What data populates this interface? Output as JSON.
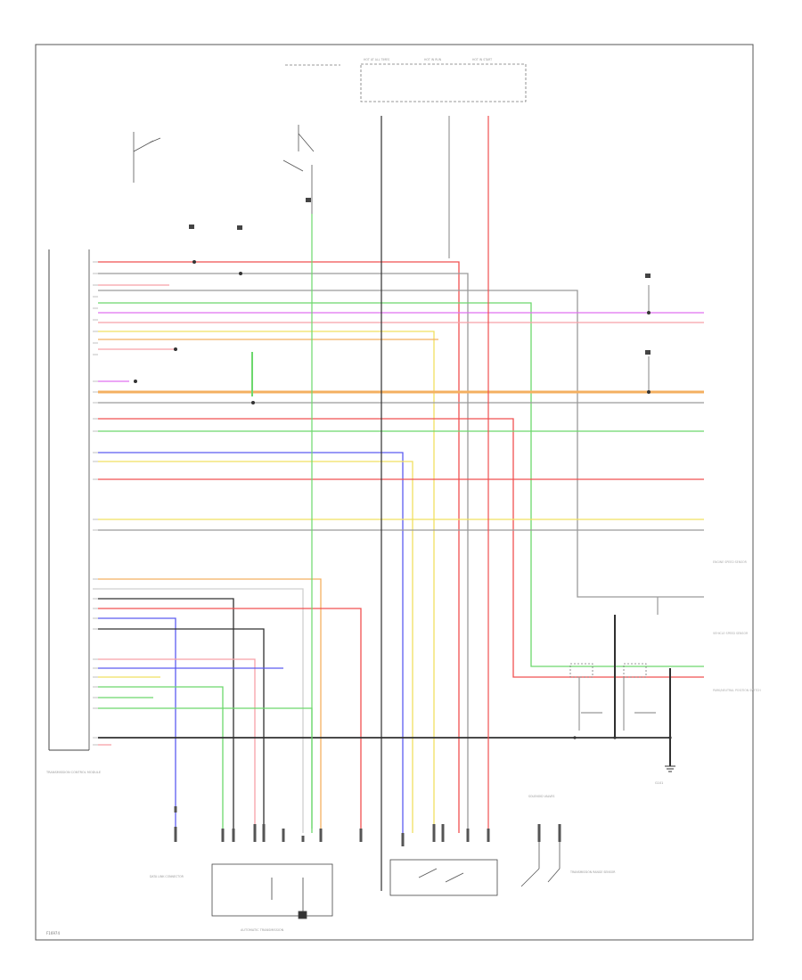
{
  "colors": {
    "frame": "#555555",
    "ground": "#333333",
    "wire_red": "#f05050",
    "wire_pink": "#f8a0a8",
    "wire_green": "#6cd86c",
    "wire_yellow": "#f0e060",
    "wire_orange": "#f4b060",
    "wire_violet": "#e070f0",
    "wire_blue": "#5c5cf0",
    "wire_gray": "#9a9a9a",
    "wire_black": "#303030",
    "label": "#9a9a9a"
  },
  "diagram": {
    "page_code": "F16974",
    "module_label": "TRANSMISSION CONTROL MODULE",
    "fuse_labels": [
      "HOT AT ALL TIMES",
      "HOT IN RUN",
      "HOT IN START"
    ],
    "component_labels": [
      "PARK/NEUTRAL POSITION SWITCH",
      "ENGINE SPEED SENSOR",
      "VEHICLE SPEED SENSOR",
      "TRANSMISSION RANGE SENSOR",
      "SOLENOID VALVES",
      "AUTOMATIC TRANSMISSION",
      "DATA LINK CONNECTOR",
      "G101"
    ]
  }
}
